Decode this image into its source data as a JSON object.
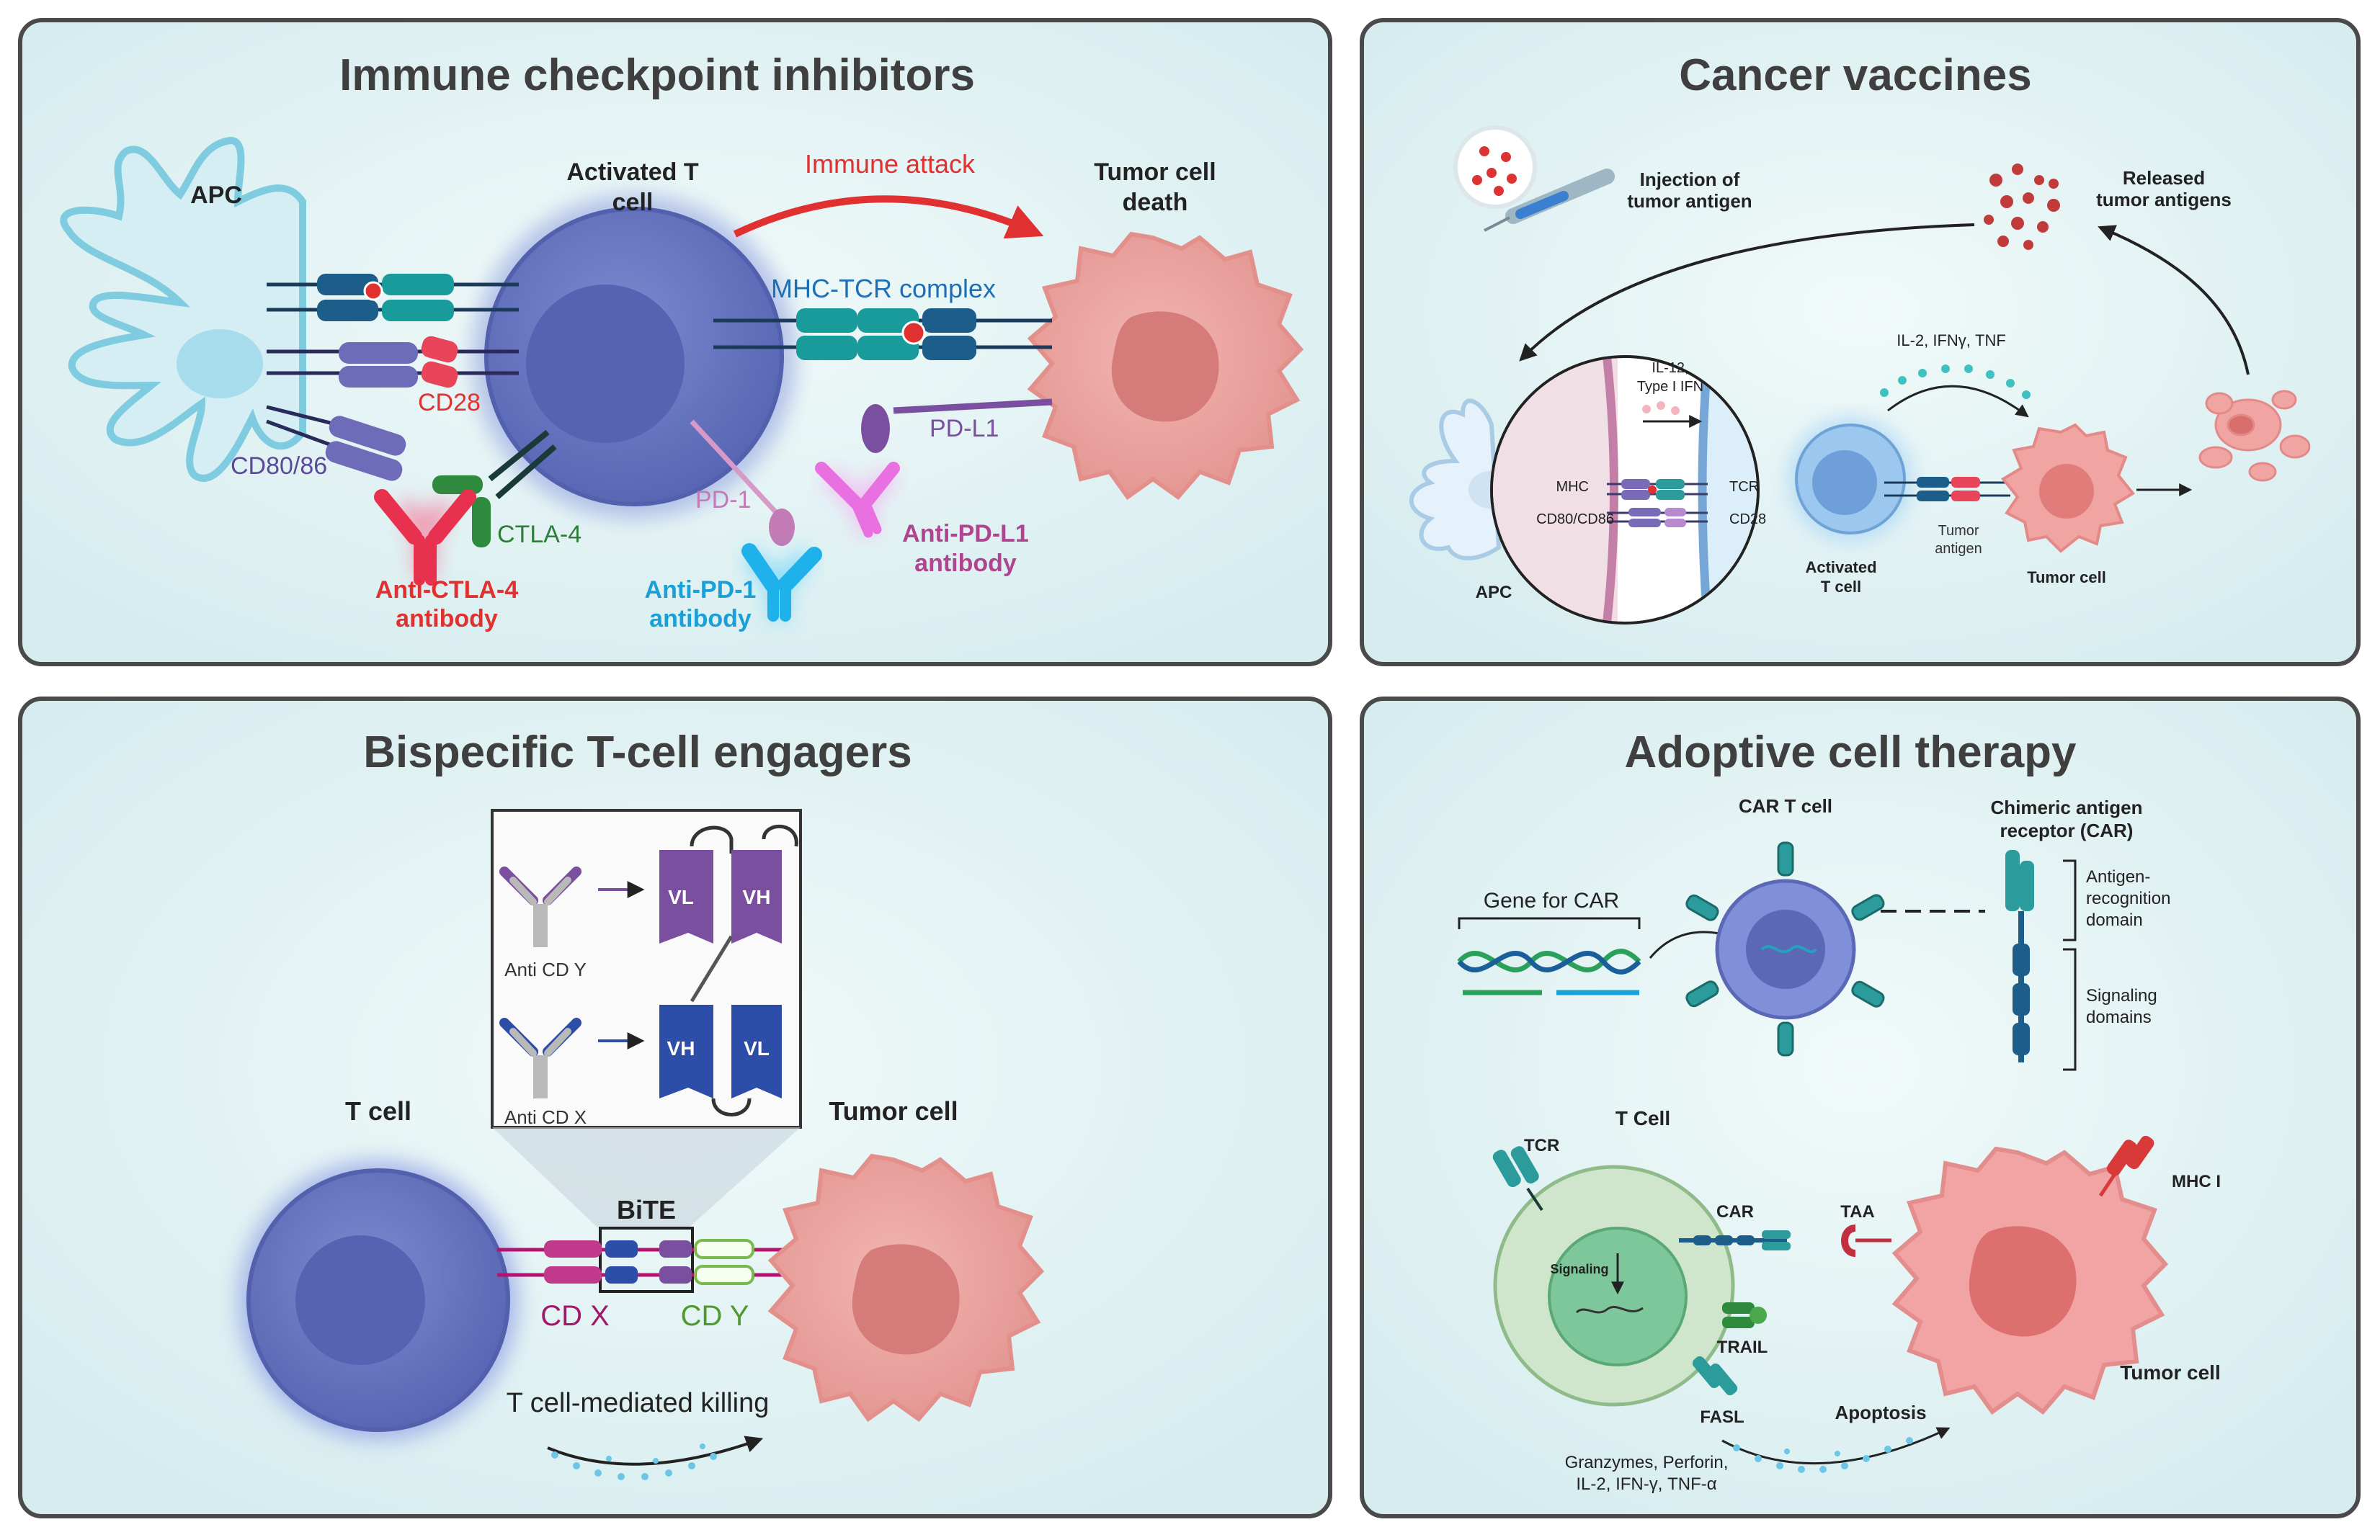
{
  "panels": {
    "icis": {
      "title": "Immune checkpoint inhibitors",
      "apc": "APC",
      "activated_t_cell": [
        "Activated T",
        "cell"
      ],
      "immune_attack": "Immune attack",
      "tumor_cell_death": [
        "Tumor cell",
        "death"
      ],
      "mhc_tcr": "MHC-TCR complex",
      "cd28": "CD28",
      "cd80_86": "CD80/86",
      "ctla4": "CTLA-4",
      "pd1": "PD-1",
      "pdl1": "PD-L1",
      "anti_ctla4": [
        "Anti-CTLA-4",
        "antibody"
      ],
      "anti_pd1": [
        "Anti-PD-1",
        "antibody"
      ],
      "anti_pdl1": [
        "Anti-PD-L1",
        "antibody"
      ]
    },
    "vaccines": {
      "title": "Cancer vaccines",
      "injection": [
        "Injection of",
        "tumor antigen"
      ],
      "released": [
        "Released",
        "tumor antigens"
      ],
      "cytokines": "IL-2, IFNγ, TNF",
      "il12": [
        "IL-12,",
        "Type I IFN"
      ],
      "mhc": "MHC",
      "tcr": "TCR",
      "cd80_cd86": "CD80/CD86",
      "cd28": "CD28",
      "tumor_antigen": [
        "Tumor",
        "antigen"
      ],
      "activated_t_cell": [
        "Activated",
        "T cell"
      ],
      "tumor_cell": "Tumor cell",
      "apc": "APC"
    },
    "bite": {
      "title": "Bispecific T-cell engagers",
      "anti_cd_y": "Anti CD Y",
      "anti_cd_x": "Anti CD X",
      "vl": "VL",
      "vh": "VH",
      "t_cell": "T cell",
      "tumor_cell": "Tumor cell",
      "bite_label": "BiTE",
      "cd_x": "CD X",
      "cd_y": "CD Y",
      "killing": "T cell-mediated killing"
    },
    "act": {
      "title": "Adoptive cell therapy",
      "car_t_cell": "CAR T cell",
      "car_receptor": [
        "Chimeric antigen",
        "receptor (CAR)"
      ],
      "gene_for_car": "Gene for CAR",
      "antigen_domain": [
        "Antigen-",
        "recognition",
        "domain"
      ],
      "signaling_domains": [
        "Signaling",
        "domains"
      ],
      "t_cell": "T Cell",
      "tcr": "TCR",
      "car": "CAR",
      "taa": "TAA",
      "mhc_i": "MHC I",
      "signaling": "Signaling",
      "trail": "TRAIL",
      "fasl": "FASL",
      "apoptosis": "Apoptosis",
      "tumor_cell": "Tumor cell",
      "granzymes": [
        "Granzymes, Perforin,",
        "IL-2, IFN-γ, TNF-α"
      ]
    }
  },
  "colors": {
    "panel_bg": "#e6f4f4",
    "panel_border": "#4a4a4a",
    "t_cell": "#6b79c4",
    "tumor": "#e89a9a",
    "red": "#e0302f",
    "blue_text": "#1f6fb5",
    "purple": "#7a4fa0",
    "green": "#2e8b3e",
    "cyan": "#1aa0d8",
    "magenta": "#c0398a",
    "teal": "#1c8c8c"
  }
}
